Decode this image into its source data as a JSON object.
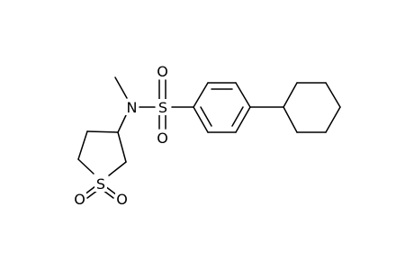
{
  "molecule": {
    "atoms": {
      "n1": "N",
      "s_sulfonyl": "S",
      "o_sulfonyl_top": "O",
      "o_sulfonyl_bottom": "O",
      "s_ring": "S",
      "o_ring_left": "O",
      "o_ring_right": "O"
    },
    "colors": {
      "bond": "#000000",
      "label": "#000000",
      "background": "#ffffff"
    }
  }
}
